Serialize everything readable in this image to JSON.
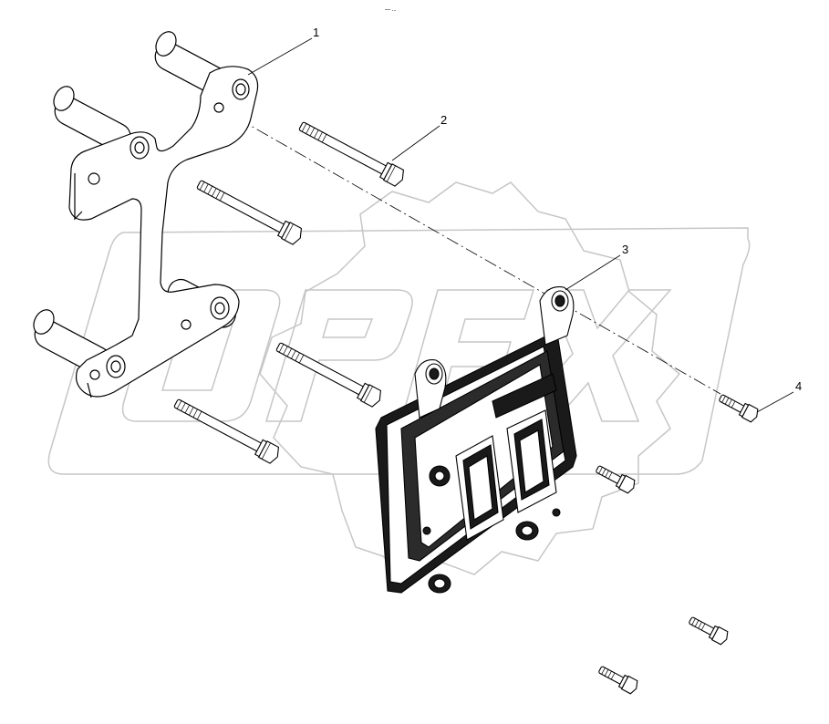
{
  "page_label": "— ...",
  "watermark": {
    "text": "OPEX",
    "color": "#bfbfbf"
  },
  "callouts": [
    {
      "label": "1",
      "part": "bracket"
    },
    {
      "label": "2",
      "part": "long-bolt"
    },
    {
      "label": "3",
      "part": "ecm-module"
    },
    {
      "label": "4",
      "part": "short-bolt"
    }
  ],
  "colors": {
    "line": "#000000",
    "module_fill": "#1a1a1a",
    "background": "#ffffff"
  }
}
